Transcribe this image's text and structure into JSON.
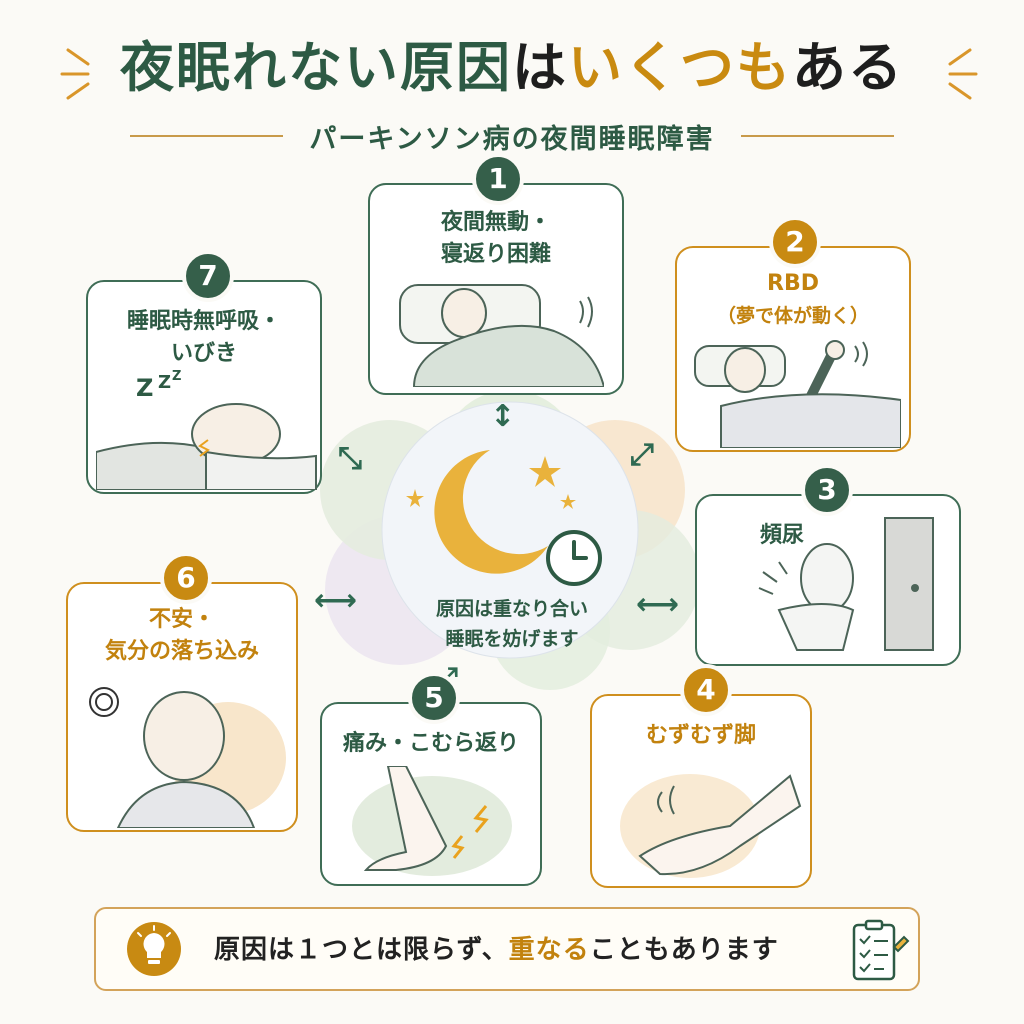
{
  "title": {
    "part1": "夜眠れない原因",
    "part2": "は",
    "part3": "いくつも",
    "part4": "ある"
  },
  "subtitle": "パーキンソン病の夜間睡眠障害",
  "center": {
    "line1": "原因は重なり合い",
    "line2": "睡眠を妨げます"
  },
  "items": [
    {
      "number": "1",
      "line1": "夜間無動・",
      "line2": "寝返り困難"
    },
    {
      "number": "2",
      "line1": "RBD",
      "line2": "（夢で体が動く）"
    },
    {
      "number": "3",
      "line1": "頻尿",
      "line2": ""
    },
    {
      "number": "4",
      "line1": "むずむず脚",
      "line2": ""
    },
    {
      "number": "5",
      "line1": "痛み・こむら返り",
      "line2": ""
    },
    {
      "number": "6",
      "line1": "不安・",
      "line2": "気分の落ち込み"
    },
    {
      "number": "7",
      "line1": "睡眠時無呼吸・",
      "line2": "いびき"
    }
  ],
  "footer": {
    "part1": "原因は１つとは限らず、",
    "highlight": "重なる",
    "part2": "こともあります"
  },
  "colors": {
    "green": "#355f4a",
    "gold": "#c88a12",
    "moon": "#e9b23c"
  },
  "icons": [
    "moon-icon",
    "clock-icon",
    "lightbulb-icon",
    "clipboard-icon",
    "snore-z-icon",
    "double-arrow-icon"
  ]
}
